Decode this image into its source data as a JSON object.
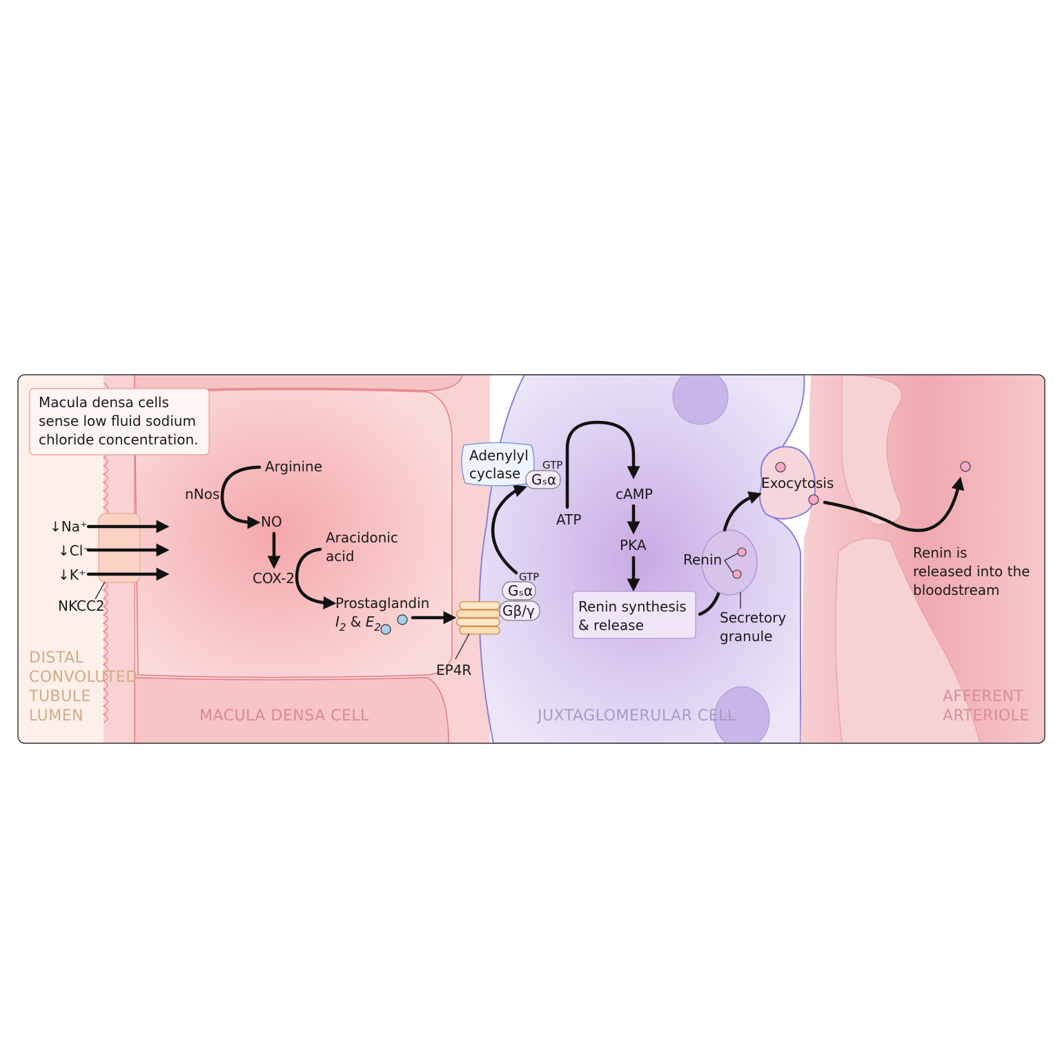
{
  "colors": {
    "lumen_bg": "#fdf0ea",
    "macula_cell": "#f7c9c9",
    "membrane": "#e27b80",
    "jg_cell": "#ddd0f2",
    "jg_border": "#8a7fd6",
    "arteriole": "#f3b7be",
    "lumen_label": "#d2ab85",
    "macula_label": "#d88a94",
    "jg_label": "#a79cc4",
    "arteriole_label": "#d98f97",
    "pg_molecule": "#a9d0ee",
    "renin_granule": "#f3a9c6"
  },
  "callout": {
    "line1": "Macula densa cells",
    "line2": "sense low fluid sodium",
    "line3": "chloride concentration."
  },
  "ions": {
    "na": "↓Na⁺",
    "cl": "↓Cl⁻",
    "k": "↓K⁺",
    "transporter": "NKCC2"
  },
  "macula_pathway": {
    "arginine": "Arginine",
    "nnos": "nNos",
    "no": "NO",
    "cox2": "COX-2",
    "aracidonic_line1": "Aracidonic",
    "aracidonic_line2": "acid",
    "prostaglandin": "Prostaglandin",
    "pg_i": "I",
    "pg_i_sub": "2",
    "pg_amp": " & ",
    "pg_e": "E",
    "pg_e_sub": "2"
  },
  "receptor": {
    "name": "EP4R",
    "gtp_lower": "GTP",
    "gs_lower": "Gₛα",
    "gbg": "Gβ/γ",
    "adenylyl_line1": "Adenylyl",
    "adenylyl_line2": "cyclase",
    "gtp_upper": "GTP",
    "gs_upper": "Gₛα"
  },
  "jg_pathway": {
    "atp": "ATP",
    "camp": "cAMP",
    "pka": "PKA",
    "synthesis_line1": "Renin synthesis",
    "synthesis_line2": "& release",
    "renin": "Renin",
    "granule_line1": "Secretory",
    "granule_line2": "granule",
    "exocytosis": "Exocytosis",
    "release_line1": "Renin is",
    "release_line2": "released into the",
    "release_line3": "bloodstream"
  },
  "regions": {
    "lumen": [
      "DISTAL",
      "CONVOLUTED",
      "TUBULE",
      "LUMEN"
    ],
    "macula": "MACULA DENSA CELL",
    "jg": "JUXTAGLOMERULAR CELL",
    "arteriole": [
      "AFFERENT",
      "ARTERIOLE"
    ]
  }
}
